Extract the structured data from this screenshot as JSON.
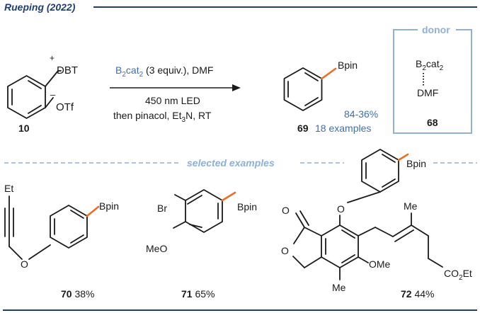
{
  "header": {
    "title": "Rueping (2022)"
  },
  "reaction": {
    "sm_dbt": "DBT",
    "sm_plus": "+",
    "sm_minus": "–",
    "sm_otf": "OTf",
    "sm_id": "10",
    "cond1_pre": "B",
    "cond1_sub": "2",
    "cond1_mid": "cat",
    "cond1_sub2": "2",
    "cond1_post": " (3 equiv.), DMF",
    "cond2": "450 nm LED",
    "cond3_pre": "then pinacol, Et",
    "cond3_sub": "3",
    "cond3_post": "N, RT",
    "prod_bpin": "Bpin",
    "prod_yield": "84-36%",
    "prod_id": "69",
    "prod_examples": "18 examples"
  },
  "donor": {
    "label": "donor",
    "b": "B",
    "sub": "2",
    "cat": "cat",
    "sub2": "2",
    "dmf": "DMF",
    "id": "68"
  },
  "section_label": "selected examples",
  "examples": {
    "e70": {
      "et": "Et",
      "o": "O",
      "bpin": "Bpin",
      "id": "70",
      "yield": "38%"
    },
    "e71": {
      "br": "Br",
      "meo": "MeO",
      "bpin": "Bpin",
      "id": "71",
      "yield": "65%"
    },
    "e72": {
      "bpin": "Bpin",
      "o_link": "O",
      "o_carbonyl": "O",
      "o_ring": "O",
      "me_top": "Me",
      "ome": "OMe",
      "me_bot": "Me",
      "co2et_pre": "CO",
      "co2et_sub": "2",
      "co2et_post": "Et",
      "id": "72",
      "yield": "44%"
    }
  },
  "colors": {
    "navy": "#1f3f73",
    "accent_blue": "#3d6fb0",
    "light_blue": "#8fb0d8",
    "bpin_bond": "#f26b22"
  }
}
